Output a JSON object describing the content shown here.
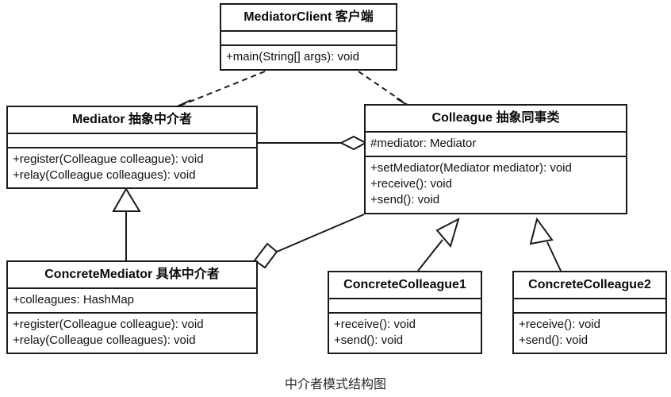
{
  "diagram": {
    "caption": "中介者模式结构图",
    "type": "uml-class-diagram",
    "colors": {
      "background": "#ffffff",
      "stroke": "#1a1a1a",
      "text": "#111111"
    },
    "classes": [
      {
        "id": "mediator-client",
        "name": "MediatorClient 客户端",
        "attributes": [],
        "operations": [
          "+main(String[] args): void"
        ]
      },
      {
        "id": "mediator",
        "name": "Mediator 抽象中介者",
        "attributes": [],
        "operations": [
          "+register(Colleague colleague): void",
          "+relay(Colleague colleagues): void"
        ]
      },
      {
        "id": "colleague",
        "name": "Colleague 抽象同事类",
        "attributes": [
          "#mediator: Mediator"
        ],
        "operations": [
          "+setMediator(Mediator mediator): void",
          "+receive(): void",
          "+send(): void"
        ]
      },
      {
        "id": "concrete-mediator",
        "name": "ConcreteMediator 具体中介者",
        "attributes": [
          "+colleagues: HashMap"
        ],
        "operations": [
          "+register(Colleague colleague): void",
          "+relay(Colleague colleagues): void"
        ]
      },
      {
        "id": "concrete-colleague-1",
        "name": "ConcreteColleague1",
        "attributes": [],
        "operations": [
          "+receive(): void",
          "+send(): void"
        ]
      },
      {
        "id": "concrete-colleague-2",
        "name": "ConcreteColleague2",
        "attributes": [],
        "operations": [
          "+receive(): void",
          "+send(): void"
        ]
      }
    ],
    "relations": [
      {
        "id": "dep-client-mediator",
        "kind": "dependency",
        "style": "dashed",
        "from": "mediator-client",
        "to": "mediator",
        "arrow": "open-arrow"
      },
      {
        "id": "dep-client-colleague",
        "kind": "dependency",
        "style": "dashed",
        "from": "mediator-client",
        "to": "colleague",
        "arrow": "open-arrow"
      },
      {
        "id": "agg-mediator-colleague",
        "kind": "aggregation",
        "style": "solid",
        "from": "mediator",
        "to": "colleague",
        "arrow": "hollow-diamond"
      },
      {
        "id": "gen-concretemediator-mediator",
        "kind": "generalization",
        "style": "solid",
        "from": "concrete-mediator",
        "to": "mediator",
        "arrow": "hollow-triangle"
      },
      {
        "id": "agg-colleague-concretemediator",
        "kind": "aggregation",
        "style": "solid",
        "from": "colleague",
        "to": "concrete-mediator",
        "arrow": "hollow-diamond"
      },
      {
        "id": "gen-colleague1-colleague",
        "kind": "generalization",
        "style": "solid",
        "from": "concrete-colleague-1",
        "to": "colleague",
        "arrow": "hollow-triangle"
      },
      {
        "id": "gen-colleague2-colleague",
        "kind": "generalization",
        "style": "solid",
        "from": "concrete-colleague-2",
        "to": "colleague",
        "arrow": "hollow-triangle"
      }
    ]
  }
}
